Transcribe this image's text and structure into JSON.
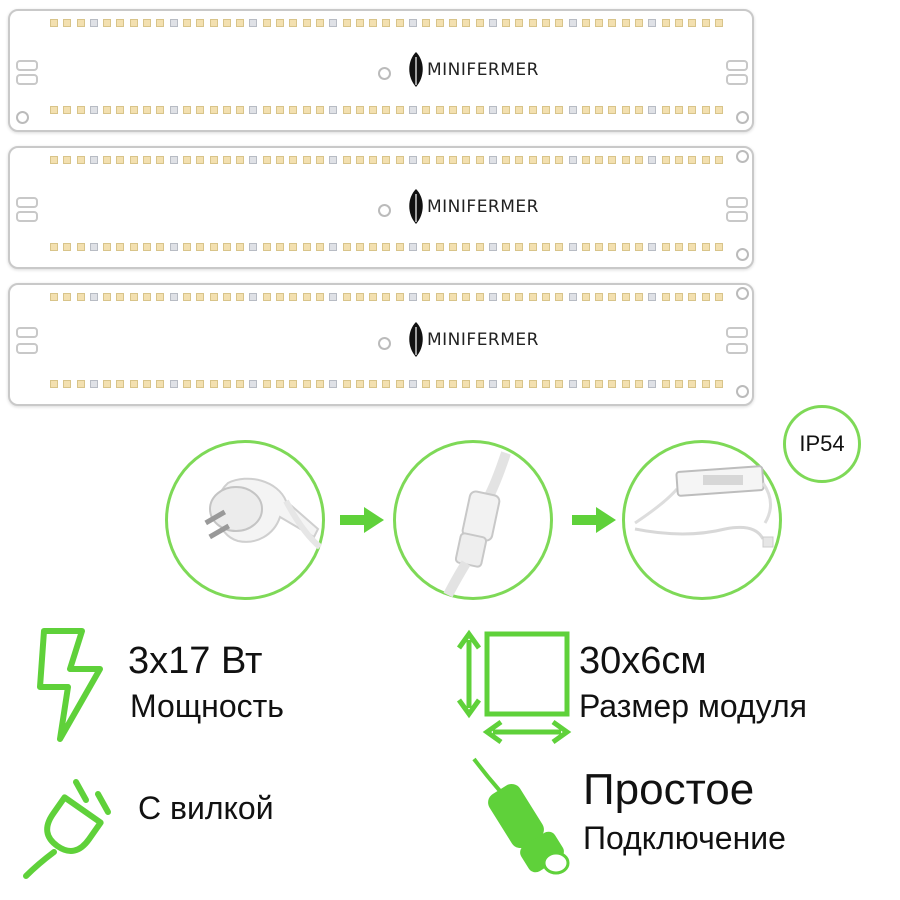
{
  "brand": "MINIFERMER",
  "boards": [
    {
      "id": "board-1"
    },
    {
      "id": "board-2"
    },
    {
      "id": "board-3"
    }
  ],
  "connection": {
    "steps": [
      "plug-icon",
      "connector-icon",
      "driver-icon"
    ],
    "ip_rating": "IP54"
  },
  "specs": {
    "power": {
      "value": "3x17 Вт",
      "label": "Мощность"
    },
    "size": {
      "value": "30x6см",
      "label": "Размер модуля"
    },
    "plug": {
      "label": "С вилкой"
    },
    "connect": {
      "value": "Простое",
      "label": "Подключение"
    }
  },
  "colors": {
    "accent": "#5fd13a",
    "led_warm": "#f3e0b0",
    "led_cool": "#dfe1e6"
  }
}
